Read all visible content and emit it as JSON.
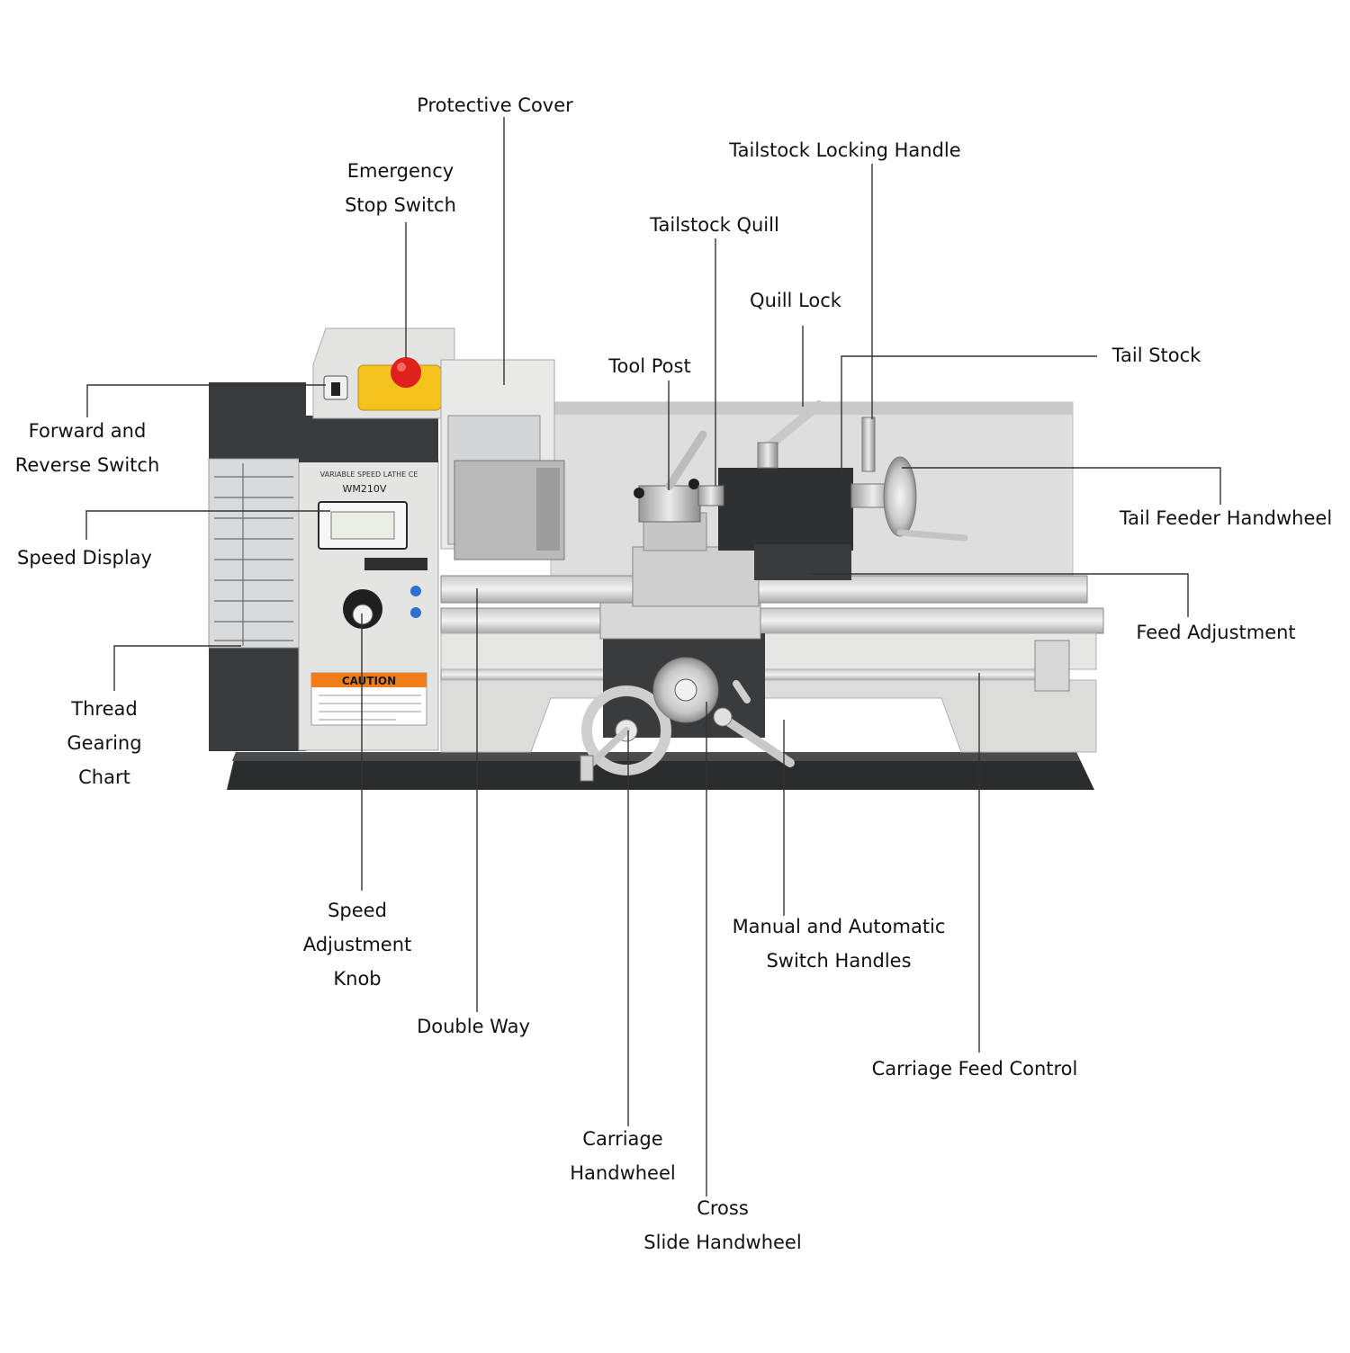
{
  "colors": {
    "machine_light": "#e4e4e2",
    "machine_dark": "#3a3b3d",
    "base_tray": "#2b2c2e",
    "estop_red": "#e0201b",
    "estop_yellow": "#f3c21d",
    "caution_orange": "#f07c1a"
  },
  "machine": {
    "panel_title": "VARIABLE SPEED LATHE CE",
    "model": "WM210V",
    "caution": "CAUTION"
  },
  "labels": {
    "protective_cover": [
      "Protective Cover"
    ],
    "emergency_stop": [
      "Emergency",
      "Stop Switch"
    ],
    "tailstock_locking_handle": [
      "Tailstock Locking Handle"
    ],
    "tailstock_quill": [
      "Tailstock Quill"
    ],
    "quill_lock": [
      "Quill Lock"
    ],
    "tool_post": [
      "Tool Post"
    ],
    "tail_stock": [
      "Tail Stock"
    ],
    "forward_reverse": [
      "Forward and",
      "Reverse Switch"
    ],
    "speed_display": [
      "Speed Display"
    ],
    "tail_feeder_handwheel": [
      "Tail Feeder Handwheel"
    ],
    "feed_adjustment": [
      "Feed Adjustment"
    ],
    "thread_gearing_chart": [
      "Thread",
      "Gearing",
      "Chart"
    ],
    "speed_adjustment_knob": [
      "Speed",
      "Adjustment",
      "Knob"
    ],
    "manual_auto_switch": [
      "Manual and Automatic",
      "Switch Handles"
    ],
    "double_way": [
      "Double Way"
    ],
    "carriage_feed_control": [
      "Carriage Feed Control"
    ],
    "carriage_handwheel": [
      "Carriage",
      "Handwheel"
    ],
    "cross_slide_handwheel": [
      "Cross",
      "Slide Handwheel"
    ]
  }
}
